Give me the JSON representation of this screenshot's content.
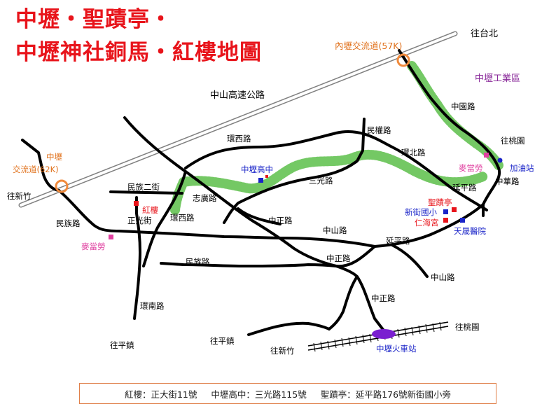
{
  "title": {
    "line1": "中壢・聖蹟亭・",
    "line2": "中壢神社銅馬・紅樓地圖"
  },
  "colors": {
    "title": "#e8141b",
    "road": "#000000",
    "freeway": "#808080",
    "interchange": "#f08a3c",
    "school": "#1a24c8",
    "landmark": "#e8141b",
    "mcdonalds": "#e040a0",
    "industrial": "#8a2a9a",
    "greenery": "#5cbf4a",
    "station": "#7a1fd0"
  },
  "labels": {
    "to_taipei": "往台北",
    "neili_ic": "內壢交流道(57K)",
    "industrial_zone": "中壢工業區",
    "zhongshan_freeway": "中山高速公路",
    "zhongyuan_rd": "中園路",
    "to_taoyuan_top": "往桃園",
    "huanxi_rd_top": "環西路",
    "minquan_rd": "民權路",
    "huanbei_rd": "環北路",
    "zhongli_ic": "中壢\n交流道(62K)",
    "mcd_east": "麥當勞",
    "gas_station": "加油站",
    "zhongli_hs": "中壢高中",
    "sanguang_rd": "三光路",
    "yanping_rd_top": "延平路",
    "zhonghua_rd": "中華路",
    "to_xinzhu": "往新竹",
    "minzu_2nd_st": "民族二街",
    "zhiguang_rd": "志廣路",
    "shengji_pavilion": "聖蹟亭",
    "xinjie_elem": "新街國小",
    "red_tower": "紅樓",
    "zhengguang_st": "正光街",
    "huanxi_rd_mid": "環西路",
    "renhai_temple": "仁海宮",
    "tiansheng_hosp": "天晟醫院",
    "minzu_rd_left": "民族路",
    "zhongzheng_rd_top": "中正路",
    "zhongshan_rd_mid": "中山路",
    "yanping_rd_mid": "延平路",
    "mcd_west": "麥當勞",
    "minzu_rd_mid": "民族路",
    "zhongzheng_rd_mid": "中正路",
    "zhongshan_rd_right": "中山路",
    "zhongzheng_rd_low": "中正路",
    "huannan_rd": "環南路",
    "to_taoyuan_bottom": "往桃園",
    "to_pingzhen_left": "往平鎮",
    "to_pingzhen_mid": "往平鎮",
    "to_xinzhu_bottom": "往新竹",
    "zhongli_station": "中壢火車站"
  },
  "footer": {
    "item1": "紅樓：正大街11號",
    "item2": "中壢高中：三光路115號",
    "item3": "聖蹟亭：延平路176號新街國小旁"
  }
}
